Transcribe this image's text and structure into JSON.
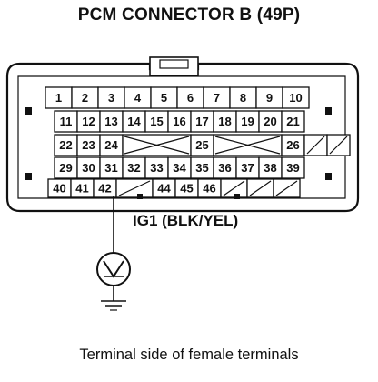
{
  "title": "PCM CONNECTOR B (49P)",
  "caption": "Terminal side of female terminals",
  "signal_label": "IG1 (BLK/YEL)",
  "highlighted_terminal": "3",
  "rows": [
    [
      "1",
      "2",
      "3",
      "4",
      "5",
      "6",
      "7",
      "8",
      "9",
      "10"
    ],
    [
      "11",
      "12",
      "13",
      "14",
      "15",
      "16",
      "17",
      "18",
      "19",
      "20",
      "21"
    ],
    [
      "22",
      "23",
      "24",
      "X",
      "25",
      "X",
      "26",
      "/",
      "/"
    ],
    [
      "29",
      "30",
      "31",
      "32",
      "33",
      "34",
      "35",
      "36",
      "37",
      "38",
      "39"
    ],
    [
      "40",
      "41",
      "42",
      "/",
      "44",
      "45",
      "46",
      "/",
      "/",
      "/"
    ]
  ]
}
